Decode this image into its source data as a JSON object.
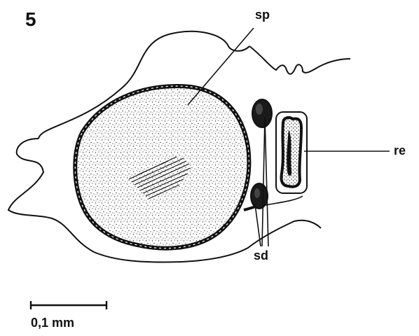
{
  "figure": {
    "number": "5",
    "colors": {
      "ink": "#111111",
      "paper": "#ffffff"
    }
  },
  "labels": {
    "sp": "sp",
    "re": "re",
    "sd": "sd"
  },
  "scale_bar": {
    "label": "0,1 mm"
  }
}
